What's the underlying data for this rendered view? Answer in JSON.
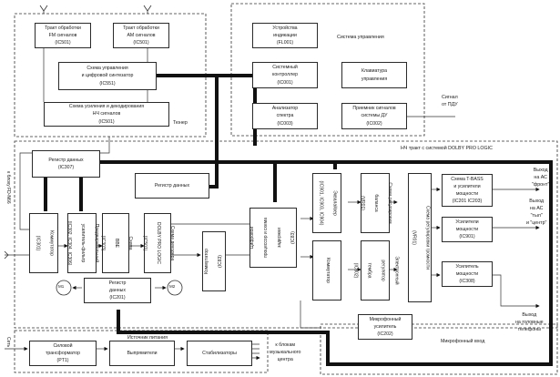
{
  "diagram": {
    "groups": {
      "tuner": "Тюнер",
      "control": "Система управления",
      "audio": "НЧ тракт с системой DOLBY  PRO LOGIC",
      "power": "Источник питания"
    },
    "tuner": {
      "fm": [
        "Тракт обработки",
        "FM сигналов",
        "(IC501)"
      ],
      "am": [
        "Тракт обработки",
        "AM сигналов",
        "(IC501)"
      ],
      "synth": [
        "Схема управления",
        "и цифровой синтезатор",
        "(IC551)"
      ],
      "amp": [
        "Схема усиления и декодирования",
        "НЧ сигналов",
        "(IC501)"
      ]
    },
    "control": {
      "display": [
        "Устройства",
        "индикации",
        "(FL001)"
      ],
      "controller": [
        "Системный",
        "контроллер",
        "(IC001)"
      ],
      "keyboard": [
        "Клавиатура",
        "управления"
      ],
      "analyzer": [
        "Анализатор",
        "спектра",
        "(IC003)"
      ],
      "receiver": [
        "Приемник сигналов",
        "системы ДУ",
        "(IC002)"
      ],
      "remote_signal": [
        "Сигнал",
        "от ПДУ"
      ]
    },
    "audio": {
      "reg307": [
        "Регистр данных",
        "(IC307)"
      ],
      "reg_data": [
        "Регистр данных"
      ],
      "sw301": [
        "Коммутатор",
        "(IC301)"
      ],
      "preamp": [
        "Предварительный",
        "усилитель-фильтр",
        "(IC302, IC304, IC306)"
      ],
      "bbe": [
        "Схема",
        "BBE",
        "(IC303)"
      ],
      "dolby": [
        "Схема декодера",
        "DOLBY PRO LOGIC",
        "(IC501)"
      ],
      "sw_ic": [
        "Коммутатор",
        "(IC83)"
      ],
      "dsp": [
        "Цифровой",
        "процессор и схема",
        "задержки",
        "(IC83)"
      ],
      "eq": [
        "Эквалайзер",
        "(IC901, IC903, IC904)"
      ],
      "sw2": [
        "Коммутатор"
      ],
      "balance": [
        "Схема регулировки",
        "баланса",
        "(VR01)"
      ],
      "tone": [
        "Электронный",
        "регулятор",
        "тембра",
        "(IC602)"
      ],
      "volume": [
        "Схема регулировки громкости",
        "(VR01)"
      ],
      "tbass": [
        "Схема T-BASS",
        "и усилители",
        "мощности",
        "(IC201  IC203)"
      ],
      "amp901": [
        "Усилители",
        "мощности",
        "(IC901)"
      ],
      "amp308": [
        "Усилитель",
        "мощности",
        "(IC308)"
      ],
      "reg201": [
        "Регистр",
        "данных",
        "(IC201)"
      ],
      "mic": [
        "Микрофонный",
        "усилитель",
        "(IC202)"
      ],
      "m1": "М1",
      "m2": "М2",
      "out_front": [
        "Выход",
        "на АС",
        "\"фронт\""
      ],
      "out_rear": [
        "Выход",
        "на АС",
        "\"тыл\"",
        "и \"центр\""
      ],
      "out_phones": [
        "Выход",
        "на головные",
        "телефоны"
      ],
      "mic_in": "Микрофонный вход",
      "to_block": "к блоку FD-N66"
    },
    "power": {
      "net": "Сеть",
      "trans": [
        "Силовой",
        "трансформатор",
        "(PT1)"
      ],
      "rect": [
        "Выпрямители"
      ],
      "stab": [
        "Стабилизаторы"
      ],
      "to_blocks": [
        "к блокам",
        "музыкального",
        "центра"
      ]
    }
  }
}
